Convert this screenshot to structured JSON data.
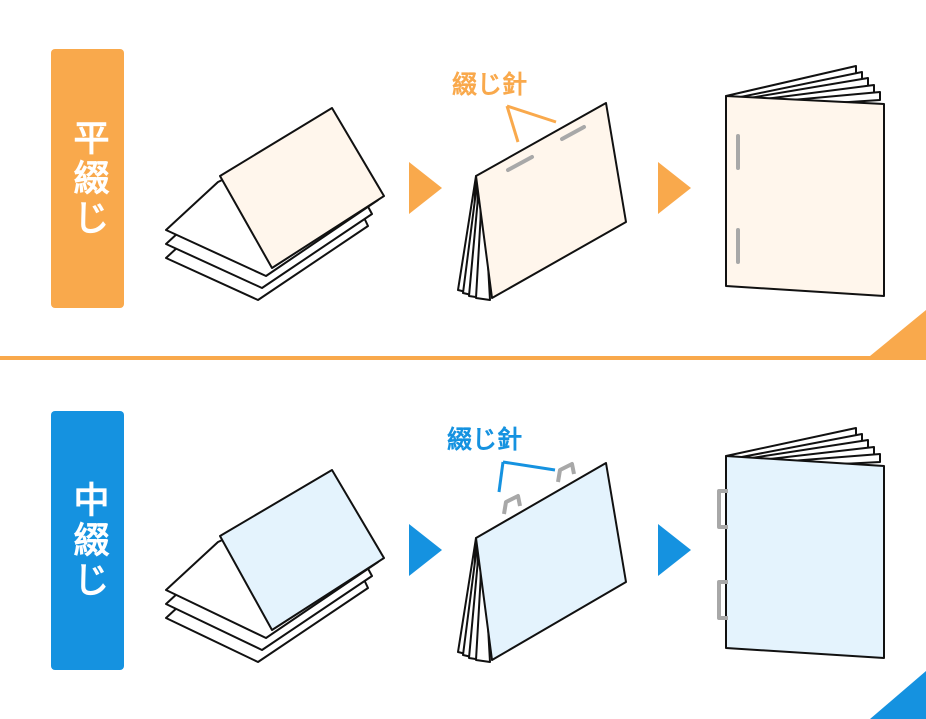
{
  "colors": {
    "orange": "#f9a94c",
    "blue": "#1592e0",
    "sheet_cream": "#fff6ec",
    "sheet_blue": "#e4f3fd",
    "staple": "#a8a8a8",
    "outline": "#111111"
  },
  "sections": [
    {
      "label": "平綴じ",
      "staple_label": "綴じ針",
      "step1_icon": "folded-sheets-icon",
      "step2_icon": "stapled-sheets-icon",
      "step3_icon": "finished-booklet-icon",
      "arrow_icon": "right-triangle-arrow-icon"
    },
    {
      "label": "中綴じ",
      "staple_label": "綴じ針",
      "step1_icon": "folded-sheets-icon",
      "step2_icon": "stapled-sheets-icon",
      "step3_icon": "finished-booklet-icon",
      "arrow_icon": "right-triangle-arrow-icon"
    }
  ]
}
